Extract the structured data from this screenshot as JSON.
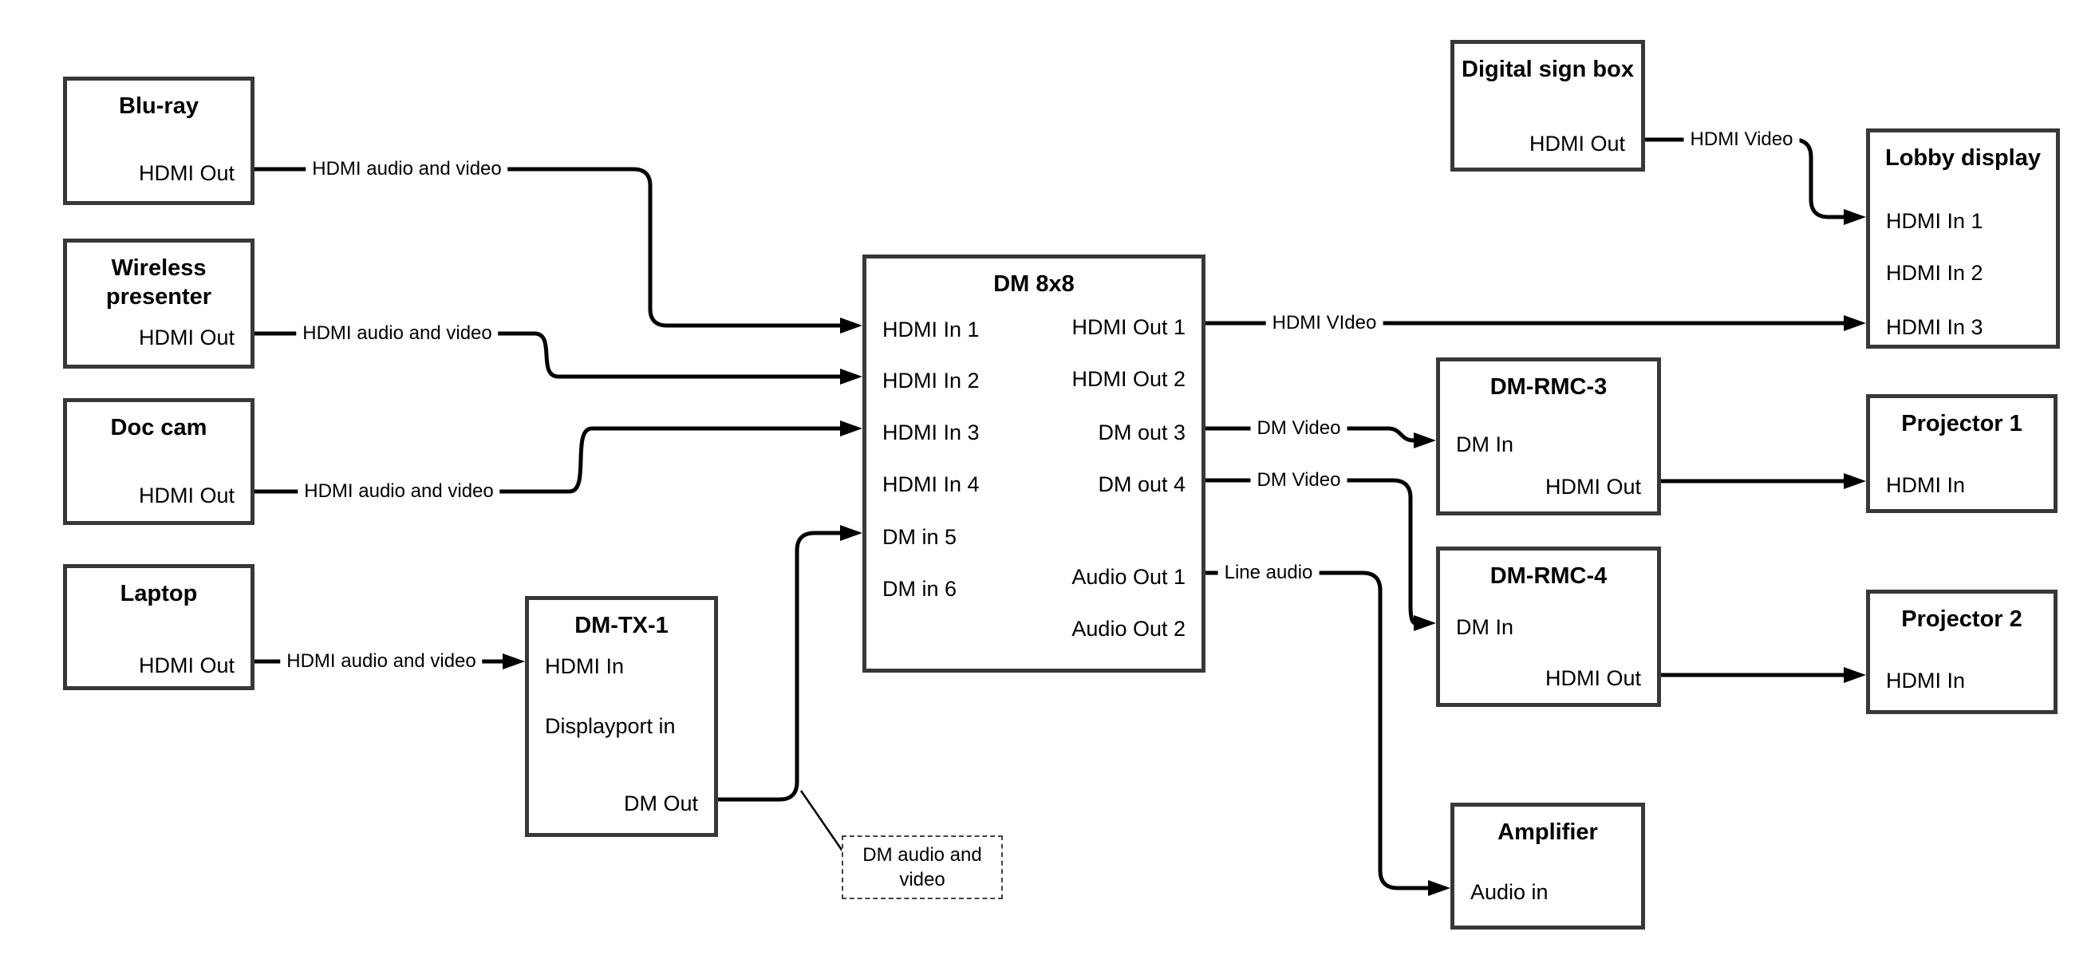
{
  "colors": {
    "background": "#ffffff",
    "line": "#000000",
    "box_border": "#383838",
    "text": "#000000"
  },
  "nodes": {
    "bluray": {
      "title": "Blu-ray",
      "ports": {
        "hdmi_out": "HDMI Out"
      }
    },
    "wireless": {
      "title": "Wireless presenter",
      "ports": {
        "hdmi_out": "HDMI Out"
      }
    },
    "doccam": {
      "title": "Doc cam",
      "ports": {
        "hdmi_out": "HDMI Out"
      }
    },
    "laptop": {
      "title": "Laptop",
      "ports": {
        "hdmi_out": "HDMI Out"
      }
    },
    "dmtx1": {
      "title": "DM-TX-1",
      "ports": {
        "hdmi_in": "HDMI In",
        "displayport_in": "Displayport in",
        "dm_out": "DM Out"
      }
    },
    "dm8x8": {
      "title": "DM 8x8",
      "ports": {
        "hdmi_in_1": "HDMI In 1",
        "hdmi_in_2": "HDMI In 2",
        "hdmi_in_3": "HDMI In 3",
        "hdmi_in_4": "HDMI In 4",
        "dm_in_5": "DM in 5",
        "dm_in_6": "DM in 6",
        "hdmi_out_1": "HDMI Out 1",
        "hdmi_out_2": "HDMI Out 2",
        "dm_out_3": "DM out 3",
        "dm_out_4": "DM out 4",
        "audio_out_1": "Audio Out 1",
        "audio_out_2": "Audio Out 2"
      }
    },
    "digital_sign": {
      "title": "Digital sign box",
      "ports": {
        "hdmi_out": "HDMI Out"
      }
    },
    "lobby": {
      "title": "Lobby display",
      "ports": {
        "hdmi_in_1": "HDMI In 1",
        "hdmi_in_2": "HDMI In 2",
        "hdmi_in_3": "HDMI In 3"
      }
    },
    "dmrmc3": {
      "title": "DM-RMC-3",
      "ports": {
        "dm_in": "DM In",
        "hdmi_out": "HDMI Out"
      }
    },
    "proj1": {
      "title": "Projector 1",
      "ports": {
        "hdmi_in": "HDMI In"
      }
    },
    "dmrmc4": {
      "title": "DM-RMC-4",
      "ports": {
        "dm_in": "DM In",
        "hdmi_out": "HDMI Out"
      }
    },
    "proj2": {
      "title": "Projector 2",
      "ports": {
        "hdmi_in": "HDMI In"
      }
    },
    "amplifier": {
      "title": "Amplifier",
      "ports": {
        "audio_in": "Audio in"
      }
    }
  },
  "connections": {
    "bluray_to_dm8x8": {
      "label": "HDMI audio and video",
      "from": "bluray.hdmi_out",
      "to": "dm8x8.hdmi_in_1"
    },
    "wireless_to_dm8x8": {
      "label": "HDMI audio and video",
      "from": "wireless.hdmi_out",
      "to": "dm8x8.hdmi_in_2"
    },
    "doccam_to_dm8x8": {
      "label": "HDMI audio and video",
      "from": "doccam.hdmi_out",
      "to": "dm8x8.hdmi_in_3"
    },
    "laptop_to_dmtx1": {
      "label": "HDMI audio and video",
      "from": "laptop.hdmi_out",
      "to": "dmtx1.hdmi_in"
    },
    "dmtx1_to_dm8x8": {
      "label": "",
      "from": "dmtx1.dm_out",
      "to": "dm8x8.dm_in_5"
    },
    "dm8x8_to_lobby": {
      "label": "HDMI VIdeo",
      "from": "dm8x8.hdmi_out_1",
      "to": "lobby.hdmi_in_3"
    },
    "digital_sign_to_lobby": {
      "label": "HDMI Video",
      "from": "digital_sign.hdmi_out",
      "to": "lobby.hdmi_in_1"
    },
    "dm8x8_to_dmrmc3": {
      "label": "DM Video",
      "from": "dm8x8.dm_out_3",
      "to": "dmrmc3.dm_in"
    },
    "dm8x8_to_dmrmc4": {
      "label": "DM Video",
      "from": "dm8x8.dm_out_4",
      "to": "dmrmc4.dm_in"
    },
    "dm8x8_to_amplifier": {
      "label": "Line audio",
      "from": "dm8x8.audio_out_1",
      "to": "amplifier.audio_in"
    },
    "dmrmc3_to_proj1": {
      "label": "",
      "from": "dmrmc3.hdmi_out",
      "to": "proj1.hdmi_in"
    },
    "dmrmc4_to_proj2": {
      "label": "",
      "from": "dmrmc4.hdmi_out",
      "to": "proj2.hdmi_in"
    }
  },
  "note": {
    "text": "DM audio and video"
  }
}
